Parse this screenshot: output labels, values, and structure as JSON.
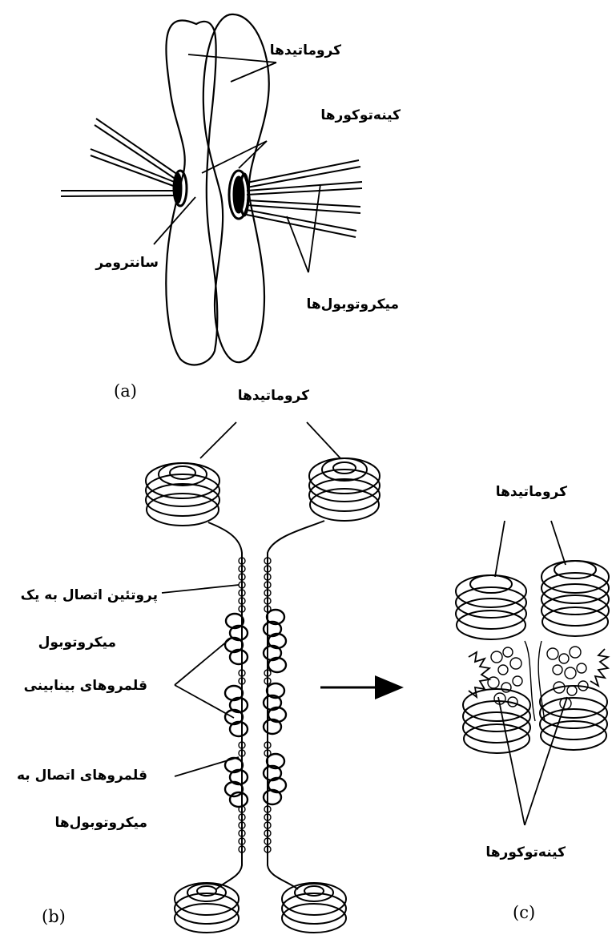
{
  "panel_a": {
    "tag": "(a)",
    "label_chromatids": "کروماتیدها",
    "label_kinetochores": "کینه‌توکورها",
    "label_centromere": "سانترومر",
    "label_microtubules": "میکروتوبول‌ها"
  },
  "panel_b": {
    "tag": "(b)",
    "label_chromatids": "کروماتیدها",
    "label_protein_line1": "پروتئین اتصال به یک",
    "label_protein_line2": "میکروتوبول",
    "label_interdomains": "قلمروهای بینابینی",
    "label_attach_line1": "قلمروهای اتصال به",
    "label_attach_line2": "میکروتوبول‌ها"
  },
  "panel_c": {
    "tag": "(c)",
    "label_chromatids": "کروماتیدها",
    "label_kinetochores": "کینه‌توکورها"
  },
  "arrow": {
    "direction": "right"
  }
}
